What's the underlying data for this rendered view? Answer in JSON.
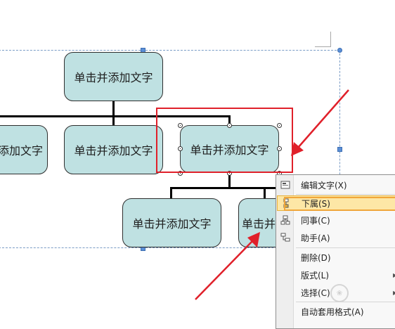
{
  "smartart": {
    "node_text": "单击并添加文字",
    "partial_left_text": "添加文字",
    "partial_bottom_text": "单击并"
  },
  "context_menu": {
    "items": [
      {
        "label": "编辑文字(X)",
        "icon": "edit-text-icon",
        "highlighted": false,
        "submenu": false
      },
      {
        "label": "下属(S)",
        "icon": "subordinate-icon",
        "highlighted": true,
        "submenu": false
      },
      {
        "label": "同事(C)",
        "icon": "coworker-icon",
        "highlighted": false,
        "submenu": false
      },
      {
        "label": "助手(A)",
        "icon": "assistant-icon",
        "highlighted": false,
        "submenu": false
      },
      {
        "label": "删除(D)",
        "icon": "",
        "highlighted": false,
        "submenu": false
      },
      {
        "label": "版式(L)",
        "icon": "",
        "highlighted": false,
        "submenu": true
      },
      {
        "label": "选择(C)",
        "icon": "",
        "highlighted": false,
        "submenu": true
      },
      {
        "label": "自动套用格式(A)",
        "icon": "",
        "highlighted": false,
        "submenu": false
      }
    ]
  },
  "colors": {
    "node_fill": "#bfe1e2",
    "annotation_red": "#e0202a",
    "menu_highlight": "#fde7a6"
  }
}
